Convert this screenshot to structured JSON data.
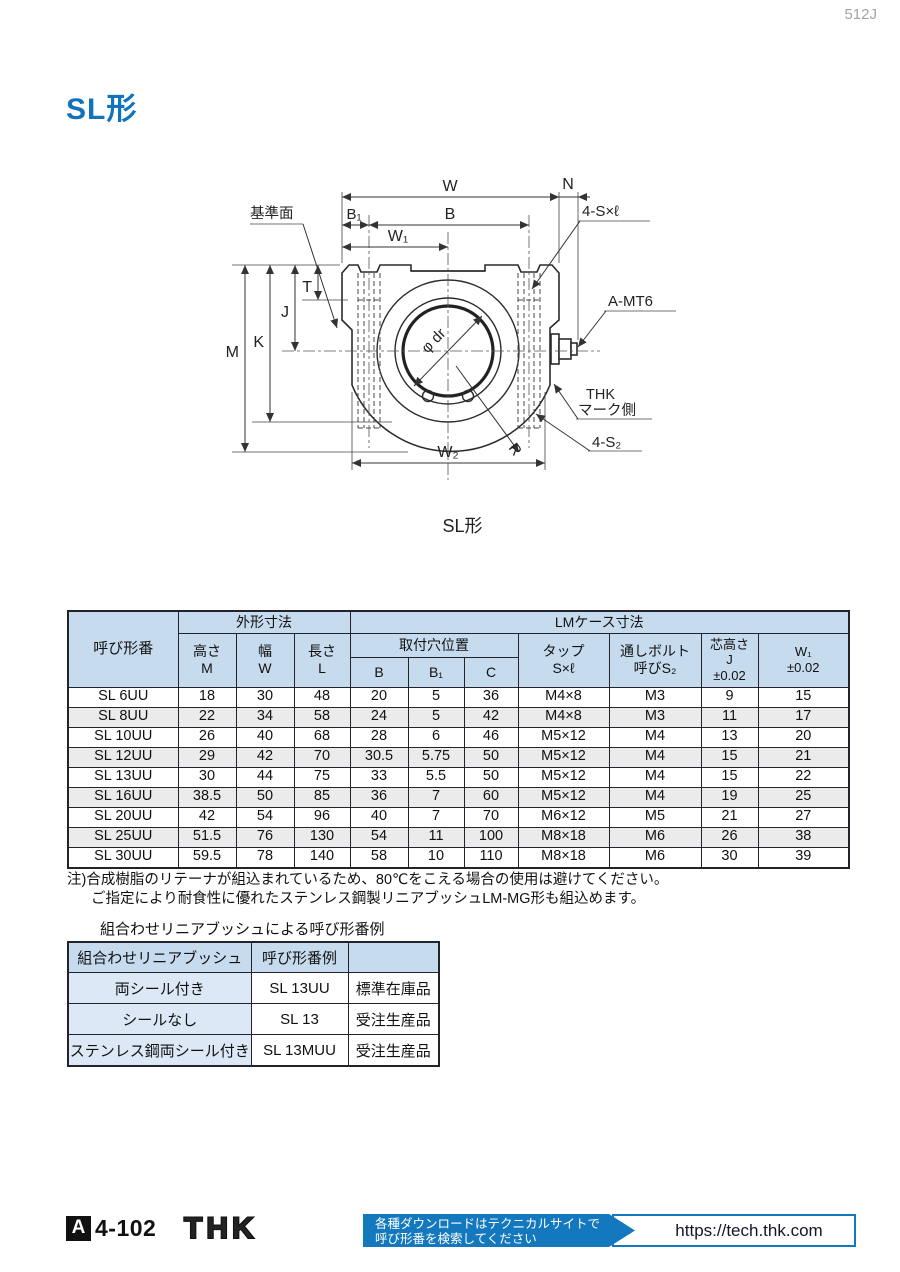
{
  "page": {
    "number": "512J",
    "title": "SL形",
    "diagram_caption": "SL形"
  },
  "diagram_labels": {
    "w": "W",
    "n": "N",
    "datum_face": "基準面",
    "b1": "B₁",
    "b": "B",
    "w1": "W₁",
    "tap_callout": "4-S×ℓ",
    "t": "T",
    "j": "J",
    "k": "K",
    "m": "M",
    "nipple_callout": "A-MT6",
    "thk_mark_line1": "THK",
    "thk_mark_line2": "マーク側",
    "s2_callout": "4-S₂",
    "r": "R",
    "bore": "φ dr",
    "w2": "W₂"
  },
  "spec_table": {
    "header": {
      "model": "呼び形番",
      "outer_dims": "外形寸法",
      "lm_case": "LMケース寸法",
      "height": "高さ\nM",
      "width": "幅\nW",
      "length": "長さ\nL",
      "mount_holes": "取付穴位置",
      "b": "B",
      "b1": "B₁",
      "c": "C",
      "tap": "タップ\nS×ℓ",
      "bolt": "通しボルト\n呼びS₂",
      "core_height": "芯高さ\nJ\n±0.02",
      "w1": "W₁\n±0.02"
    },
    "rows": [
      [
        "SL 6UU",
        "18",
        "30",
        "48",
        "20",
        "5",
        "36",
        "M4×8",
        "M3",
        "9",
        "15"
      ],
      [
        "SL 8UU",
        "22",
        "34",
        "58",
        "24",
        "5",
        "42",
        "M4×8",
        "M3",
        "11",
        "17"
      ],
      [
        "SL 10UU",
        "26",
        "40",
        "68",
        "28",
        "6",
        "46",
        "M5×12",
        "M4",
        "13",
        "20"
      ],
      [
        "SL 12UU",
        "29",
        "42",
        "70",
        "30.5",
        "5.75",
        "50",
        "M5×12",
        "M4",
        "15",
        "21"
      ],
      [
        "SL 13UU",
        "30",
        "44",
        "75",
        "33",
        "5.5",
        "50",
        "M5×12",
        "M4",
        "15",
        "22"
      ],
      [
        "SL 16UU",
        "38.5",
        "50",
        "85",
        "36",
        "7",
        "60",
        "M5×12",
        "M4",
        "19",
        "25"
      ],
      [
        "SL 20UU",
        "42",
        "54",
        "96",
        "40",
        "7",
        "70",
        "M6×12",
        "M5",
        "21",
        "27"
      ],
      [
        "SL 25UU",
        "51.5",
        "76",
        "130",
        "54",
        "11",
        "100",
        "M8×18",
        "M6",
        "26",
        "38"
      ],
      [
        "SL 30UU",
        "59.5",
        "78",
        "140",
        "58",
        "10",
        "110",
        "M8×18",
        "M6",
        "30",
        "39"
      ]
    ]
  },
  "notes": {
    "line1": "注)合成樹脂のリテーナが組込まれているため、80℃をこえる場合の使用は避けてください。",
    "line2": "ご指定により耐食性に優れたステンレス鋼製リニアブッシュLM-MG形も組込めます。"
  },
  "combo_table": {
    "title": "組合わせリニアブッシュによる呼び形番例",
    "headers": [
      "組合わせリニアブッシュ",
      "呼び形番例",
      ""
    ],
    "rows": [
      [
        "両シール付き",
        "SL 13UU",
        "標準在庫品"
      ],
      [
        "シールなし",
        "SL 13",
        "受注生産品"
      ],
      [
        "ステンレス鋼両シール付き",
        "SL 13MUU",
        "受注生産品"
      ]
    ]
  },
  "footer": {
    "page_tag": "A",
    "page_number": "4-102",
    "logo": "THK",
    "banner_line1": "各種ダウンロードはテクニカルサイトで",
    "banner_line2": "呼び形番を検索してください",
    "url": "https://tech.thk.com"
  },
  "colors": {
    "accent_blue": "#1478be",
    "title_blue": "#1173bb",
    "table_header_blue": "#c7dbee",
    "combo_col_blue": "#dce8f5",
    "alt_row_gray": "#ebebeb"
  }
}
